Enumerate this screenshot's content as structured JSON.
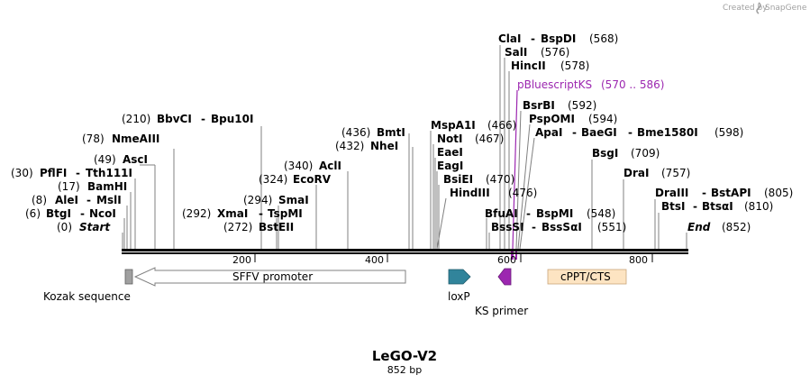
{
  "credit": {
    "prefix": "Created by",
    "brand": "SnapGene"
  },
  "title": "LeGO-V2",
  "length_label": "852 bp",
  "colors": {
    "backbone": "#000000",
    "leader": "#808080",
    "primer": "#9c27b0",
    "loxp": "#31849b",
    "cppt": "#fde4c2",
    "kozak": "#a0a0a0"
  },
  "sites": [
    {
      "name": "Start",
      "pos": "(0)",
      "style": "italic"
    },
    {
      "name": "BtgI",
      "name2": "NcoI",
      "pos": "(6)"
    },
    {
      "name": "AleI",
      "name2": "MslI",
      "pos": "(8)"
    },
    {
      "name": "BamHI",
      "pos": "(17)"
    },
    {
      "name": "PflFI",
      "name2": "Tth111I",
      "pos": "(30)"
    },
    {
      "name": "AscI",
      "pos": "(49)"
    },
    {
      "name": "NmeAIII",
      "pos": "(78)"
    },
    {
      "name": "BbvCI",
      "name2": "Bpu10I",
      "pos": "(210)"
    },
    {
      "name": "BstEII",
      "pos": "(272)"
    },
    {
      "name": "XmaI",
      "name2": "TspMI",
      "pos": "(292)"
    },
    {
      "name": "SmaI",
      "pos": "(294)"
    },
    {
      "name": "EcoRV",
      "pos": "(324)"
    },
    {
      "name": "AclI",
      "pos": "(340)"
    },
    {
      "name": "NheI",
      "pos": "(432)"
    },
    {
      "name": "BmtI",
      "pos": "(436)"
    },
    {
      "name": "MspA1I",
      "pos": "(466)"
    },
    {
      "name": "NotI",
      "pos": "(467)"
    },
    {
      "name": "EaeI",
      "pos": ""
    },
    {
      "name": "EagI",
      "pos": ""
    },
    {
      "name": "BsiEI",
      "pos": "(470)"
    },
    {
      "name": "HindIII",
      "pos": "(476)"
    },
    {
      "name": "ClaI",
      "name2": "BspDI",
      "pos": "(568)"
    },
    {
      "name": "SalI",
      "pos": "(576)"
    },
    {
      "name": "HincII",
      "pos": "(578)"
    },
    {
      "name": "BsrBI",
      "pos": "(592)"
    },
    {
      "name": "PspOMI",
      "pos": "(594)"
    },
    {
      "name": "ApaI",
      "name2": "BaeGI",
      "name3": "Bme1580I",
      "pos": "(598)"
    },
    {
      "name": "BfuAI",
      "name2": "BspMI",
      "pos": "(548)"
    },
    {
      "name": "BssSI",
      "name2": "BssSαI",
      "pos": "(551)"
    },
    {
      "name": "BsgI",
      "pos": "(709)"
    },
    {
      "name": "DraI",
      "pos": "(757)"
    },
    {
      "name": "DraIII",
      "name2": "BstAPI",
      "pos": "(805)"
    },
    {
      "name": "BtsI",
      "name2": "BtsαI",
      "pos": "(810)"
    },
    {
      "name": "End",
      "pos": "(852)",
      "style": "italic"
    }
  ],
  "primer_binding": {
    "name": "pBluescriptKS",
    "range": "(570 .. 586)"
  },
  "ticks": [
    "200",
    "400",
    "600",
    "800"
  ],
  "features": {
    "kozak": "Kozak sequence",
    "sffv": "SFFV promoter",
    "loxp": "loxP",
    "ks_primer": "KS primer",
    "cppt": "cPPT/CTS"
  }
}
